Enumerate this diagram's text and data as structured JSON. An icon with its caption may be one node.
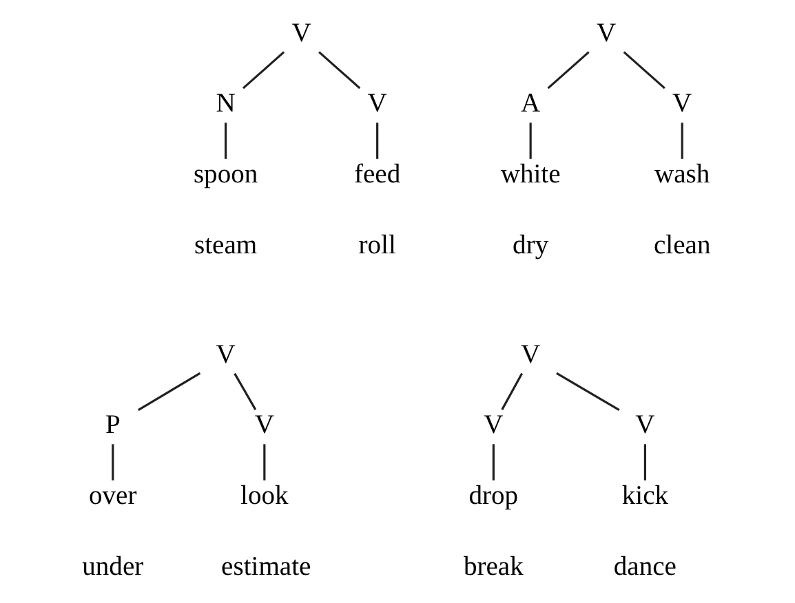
{
  "diagram": {
    "nodes": [
      {
        "text": [
          "V"
        ]
      },
      {
        "text": [
          "N"
        ]
      },
      {
        "text": [
          "V"
        ]
      },
      {
        "text": [
          "spoon"
        ]
      },
      {
        "text": [
          "feed"
        ]
      },
      {
        "text": [
          "V"
        ]
      },
      {
        "text": [
          "A"
        ]
      },
      {
        "text": [
          "V"
        ]
      },
      {
        "text": [
          "white"
        ]
      },
      {
        "text": [
          "wash"
        ]
      },
      {
        "text": [
          "V"
        ]
      },
      {
        "text": [
          "P"
        ]
      },
      {
        "text": [
          "V"
        ]
      },
      {
        "text": [
          "over"
        ]
      },
      {
        "text": [
          "look"
        ]
      },
      {
        "text": [
          "V"
        ]
      },
      {
        "text": [
          "V"
        ]
      },
      {
        "text": [
          "V"
        ]
      },
      {
        "text": [
          "drop"
        ]
      },
      {
        "text": [
          "kick"
        ]
      }
    ],
    "edges": [
      {
        "from": 0,
        "to": 1,
        "arrow": "none"
      },
      {
        "from": 0,
        "to": 2,
        "arrow": "none"
      },
      {
        "from": 1,
        "to": 3,
        "arrow": "none"
      },
      {
        "from": 2,
        "to": 4,
        "arrow": "none"
      },
      {
        "from": 5,
        "to": 6,
        "arrow": "none"
      },
      {
        "from": 5,
        "to": 7,
        "arrow": "none"
      },
      {
        "from": 6,
        "to": 8,
        "arrow": "none"
      },
      {
        "from": 7,
        "to": 9,
        "arrow": "none"
      },
      {
        "from": 10,
        "to": 11,
        "arrow": "none"
      },
      {
        "from": 10,
        "to": 12,
        "arrow": "none"
      },
      {
        "from": 11,
        "to": 13,
        "arrow": "none"
      },
      {
        "from": 12,
        "to": 14,
        "arrow": "none"
      },
      {
        "from": 15,
        "to": 16,
        "arrow": "none"
      },
      {
        "from": 15,
        "to": 17,
        "arrow": "none"
      },
      {
        "from": 16,
        "to": 18,
        "arrow": "none"
      },
      {
        "from": 17,
        "to": 19,
        "arrow": "none"
      }
    ],
    "labels": [
      "steam",
      "roll",
      "dry",
      "clean",
      "under",
      "estimate",
      "break",
      "dance"
    ]
  }
}
